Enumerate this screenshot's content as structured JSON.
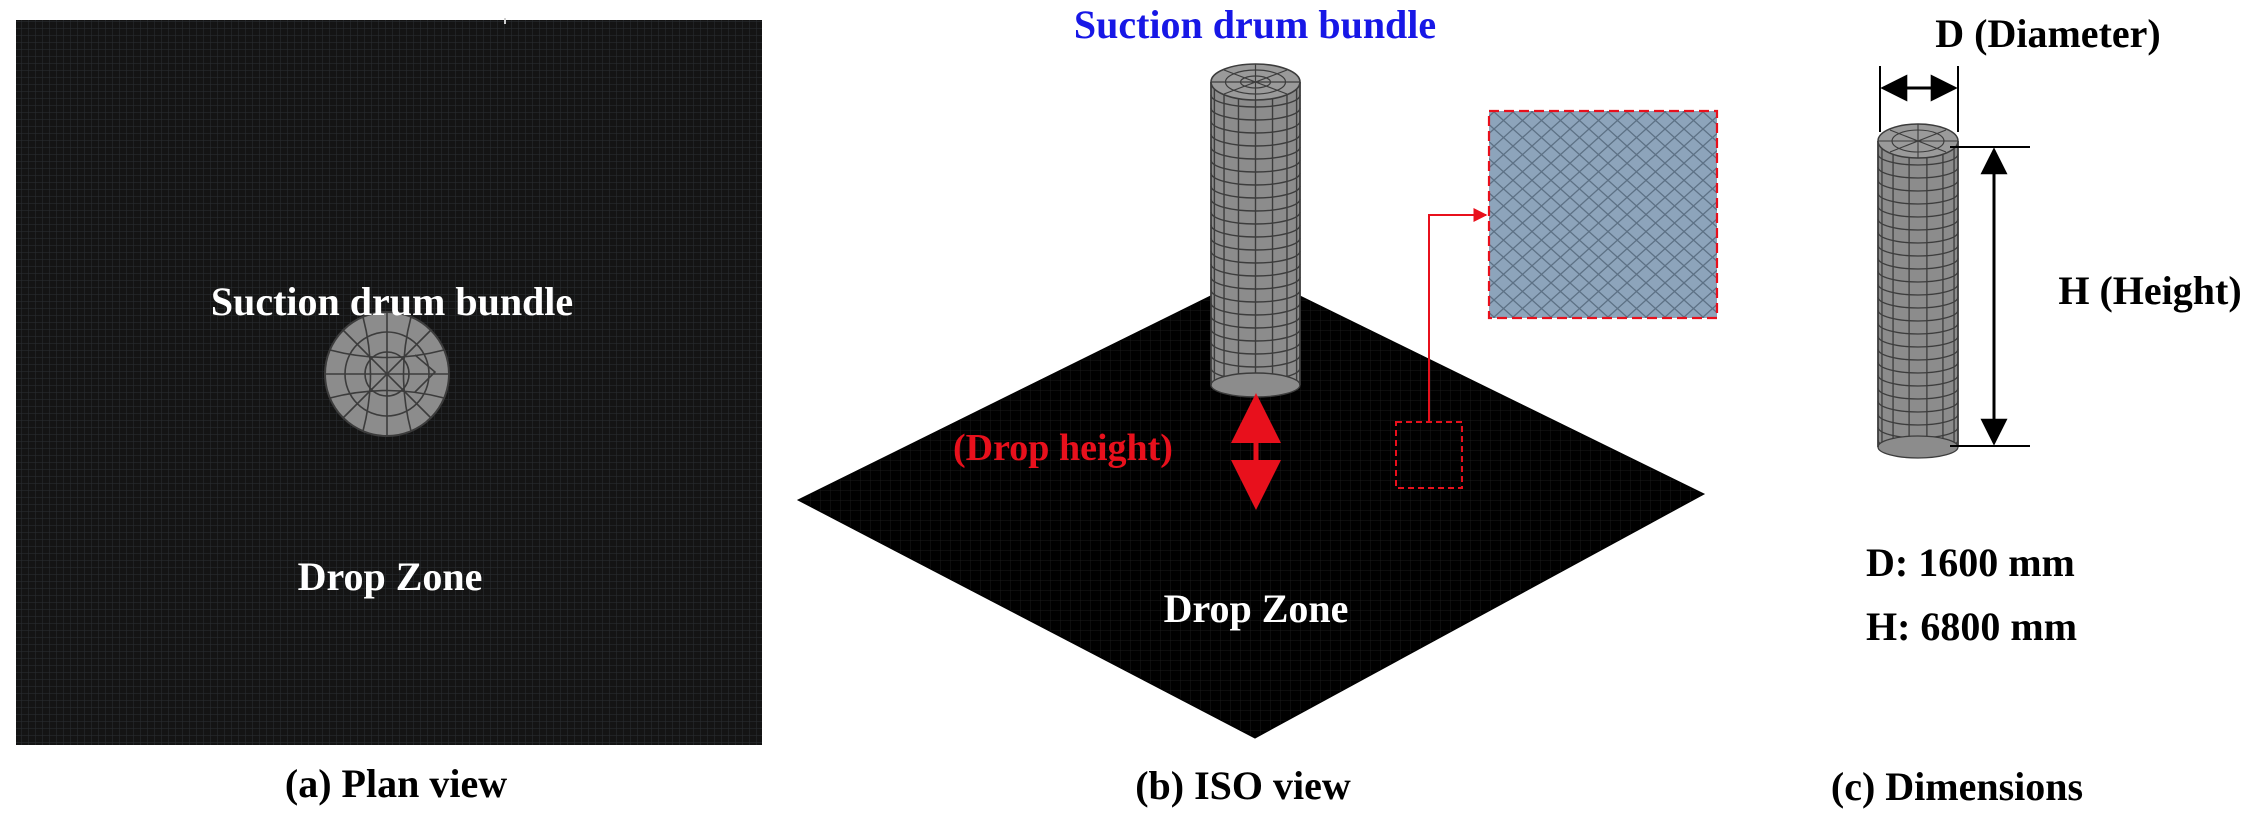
{
  "panel_a": {
    "label_object": "Suction drum bundle",
    "label_zone": "Drop Zone",
    "caption": "(a) Plan view"
  },
  "panel_b": {
    "label_object": "Suction drum bundle",
    "label_drop": "(Drop height)",
    "label_zone": "Drop Zone",
    "caption": "(b) ISO view"
  },
  "panel_c": {
    "label_diameter": "D (Diameter)",
    "label_height": "H (Height)",
    "value_d": "D: 1600 mm",
    "value_h": "H: 6800 mm",
    "caption": "(c) Dimensions"
  },
  "colors": {
    "zone_fill": "#141414",
    "zone_grid": "#2a2e32",
    "mesh_fill": "#8c8c8c",
    "mesh_line": "#3c3c3c",
    "zoom_fill": "#8da4bb",
    "zoom_line": "#5d7185",
    "accent_red": "#e8101c",
    "accent_blue": "#1717e6",
    "text_white": "#ffffff",
    "text_black": "#000000"
  }
}
